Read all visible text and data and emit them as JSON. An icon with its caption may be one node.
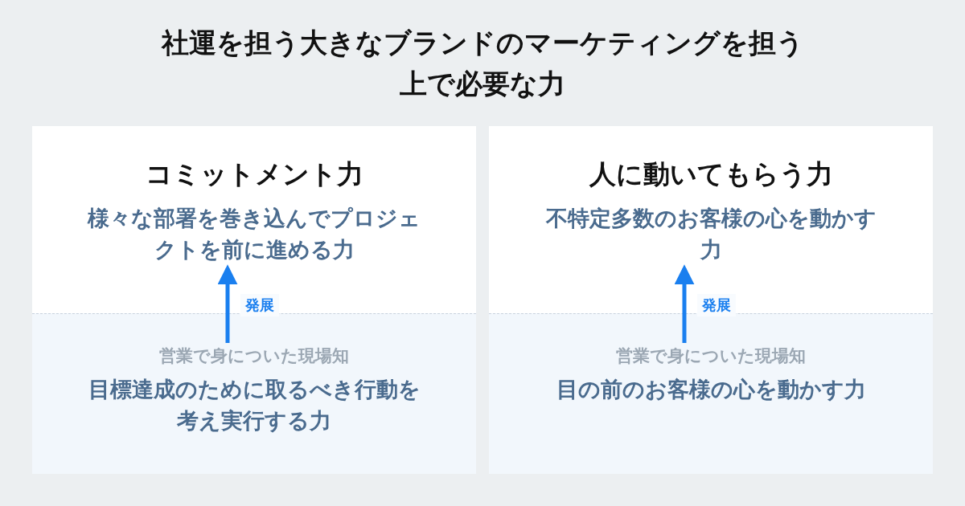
{
  "diagram": {
    "title": "社運を担う大きなブランドのマーケティングを担う上で必要な力",
    "nodes": [
      {
        "text": [
          "コミットメント力"
        ]
      },
      {
        "text": [
          "様々な部署を巻き込んでプロジェクトを前に進める力"
        ],
        "in": 0
      },
      {
        "text": [
          "営業で身についた現場知",
          "目標達成のために取るべき行動を考え実行する力"
        ],
        "in": 0
      },
      {
        "text": [
          "人に動いてもらう力"
        ]
      },
      {
        "text": [
          "不特定多数のお客様の心を動かす力"
        ],
        "in": 3
      },
      {
        "text": [
          "営業で身についた現場知",
          "目の前のお客様の心を動かす力"
        ],
        "in": 3
      }
    ],
    "edges": [
      {
        "from": 2,
        "to": 1,
        "arrow": "to",
        "label": "発展"
      },
      {
        "from": 5,
        "to": 4,
        "arrow": "to",
        "label": "発展"
      }
    ]
  }
}
